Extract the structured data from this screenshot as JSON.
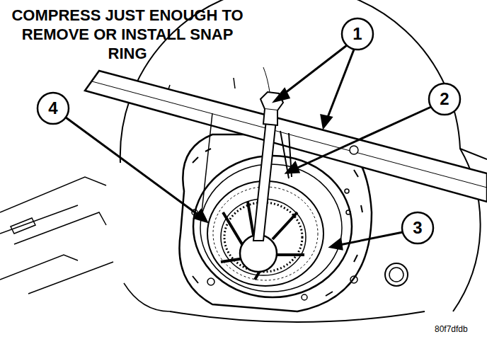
{
  "diagram": {
    "labels": [
      "COMPRESS JUST ENOUGH TO REMOVE OR INSTALL SNAP RING",
      "1",
      "2",
      "3",
      "4",
      "80f7dfdb"
    ]
  }
}
